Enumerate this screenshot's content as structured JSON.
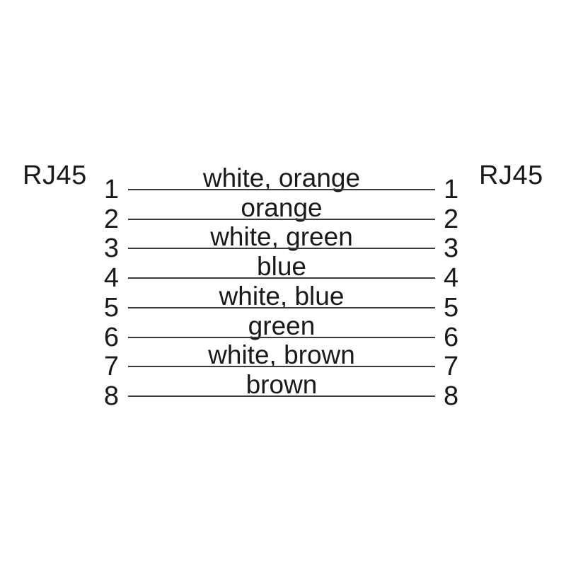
{
  "diagram": {
    "left_connector": "RJ45",
    "right_connector": "RJ45",
    "background_color": "#ffffff",
    "text_color": "#1a1a1a",
    "line_color": "#3a3a3a",
    "wires": [
      {
        "pin_left": "1",
        "label": "white, orange",
        "pin_right": "1"
      },
      {
        "pin_left": "2",
        "label": "orange",
        "pin_right": "2"
      },
      {
        "pin_left": "3",
        "label": "white, green",
        "pin_right": "3"
      },
      {
        "pin_left": "4",
        "label": "blue",
        "pin_right": "4"
      },
      {
        "pin_left": "5",
        "label": "white, blue",
        "pin_right": "5"
      },
      {
        "pin_left": "6",
        "label": "green",
        "pin_right": "6"
      },
      {
        "pin_left": "7",
        "label": "white, brown",
        "pin_right": "7"
      },
      {
        "pin_left": "8",
        "label": "brown",
        "pin_right": "8"
      }
    ]
  }
}
